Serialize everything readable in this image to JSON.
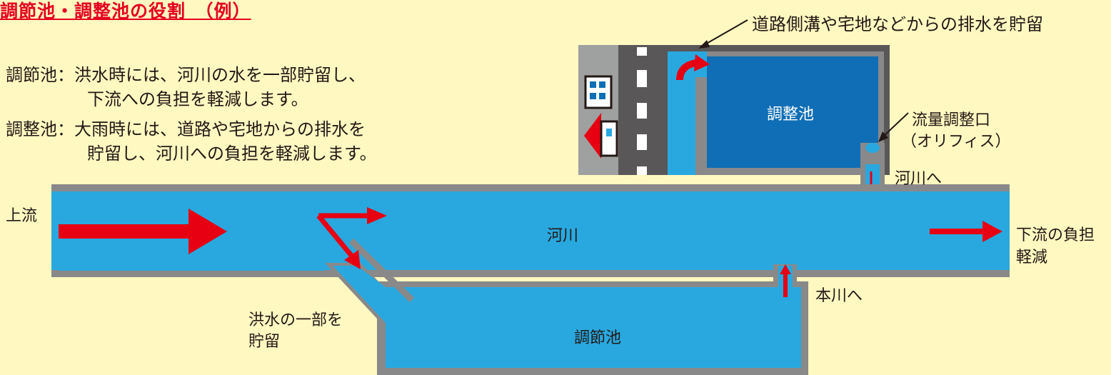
{
  "title": "調節池・調整池の役割　（例）",
  "description": {
    "line1": "調節池：洪水時には、河川の水を一部貯留し、",
    "line2": "下流への負担を軽減します。",
    "line3": "調整池：大雨時には、道路や宅地からの排水を",
    "line4": "貯留し、河川への負担を軽減します。"
  },
  "labels": {
    "upstream": "上流",
    "river": "河川",
    "downstream_1": "下流の負担",
    "downstream_2": "軽減",
    "flood_storage_1": "洪水の一部を",
    "flood_storage_2": "貯留",
    "detention_pond": "調節池",
    "to_main_river": "本川へ",
    "regulating_pond": "調整池",
    "drainage_note": "道路側溝や宅地などからの排水を貯留",
    "orifice_1": "流量調整口",
    "orifice_2": "（オリフィス）",
    "to_river": "河川へ"
  },
  "colors": {
    "water": "#29a8df",
    "pond_dark": "#0f6eb5",
    "wall": "#898989",
    "road": "#595757",
    "arrow": "#e60012",
    "background": "#fff8c1",
    "title": "#e5001f"
  },
  "icons": [
    "building-icon",
    "house-icon",
    "flow-arrow-icon"
  ]
}
